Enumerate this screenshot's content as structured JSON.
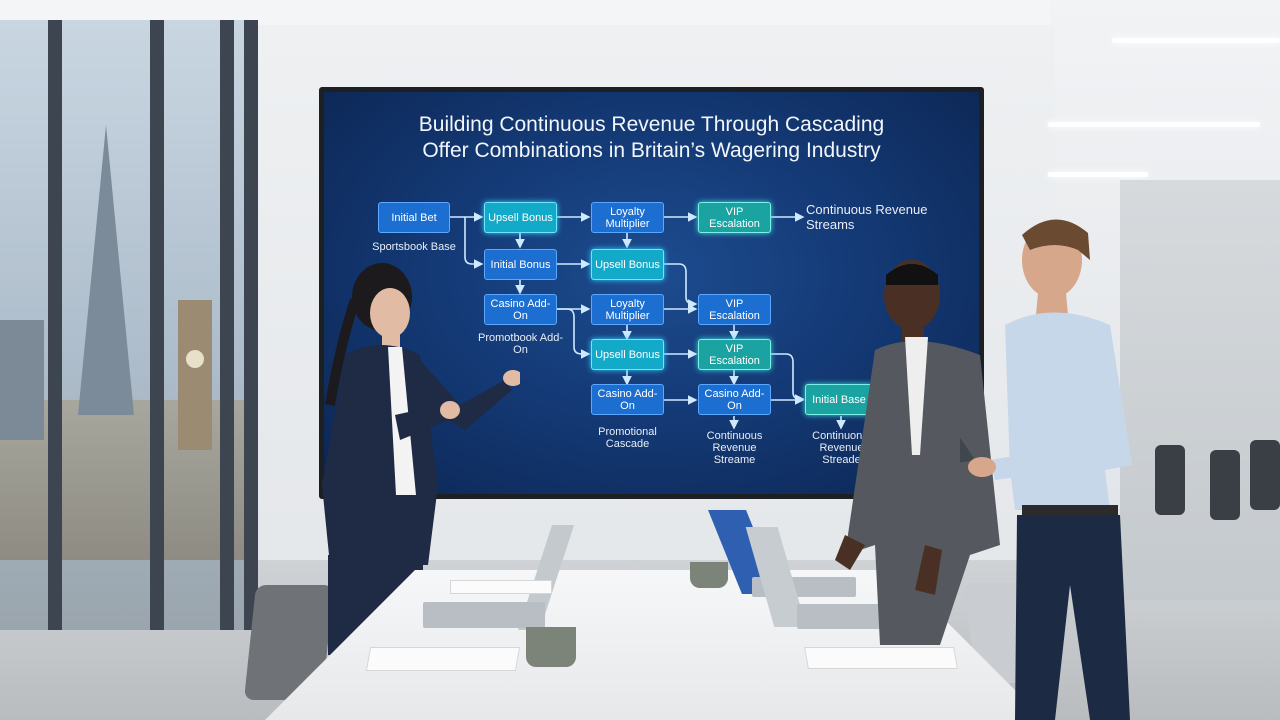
{
  "screen": {
    "title_line1": "Building Continuous Revenue Through Cascading",
    "title_line2": "Offer Combinations in Britain’s Wagering Industry",
    "nodes": {
      "initial_bet": "Initial Bet",
      "upsell_bonus_1": "Upsell Bonus",
      "loyalty_multiplier_1": "Loyalty Multiplier",
      "vip_escalation_1": "VIP Escalation",
      "initial_bonus_1": "Initial Bonus",
      "upsell_bonus_2": "Upsell Bonus",
      "casino_addon_1": "Casino Add-On",
      "loyalty_multiplier_2": "Loyalty Multiplier",
      "vip_escalation_2": "VIP Escalation",
      "upsell_bonus_3": "Upsell Bonus",
      "vip_escalation_3": "VIP Escalation",
      "casino_addon_2": "Casino Add-On",
      "casino_addon_3": "Casino Add-On",
      "initial_base": "Initial Base"
    },
    "labels": {
      "continuous_revenue_streams": "Continuous Revenue Streams",
      "sportsbook_base": "Sportsbook Base",
      "promotbook_addon": "Promotbook Add-On",
      "promotional_cascade": "Promotional Cascade",
      "continuous_revenue_streame": "Continuous Revenue Streame",
      "continuonal_revenue_streade": "Continuonal Revenue Streade"
    }
  }
}
